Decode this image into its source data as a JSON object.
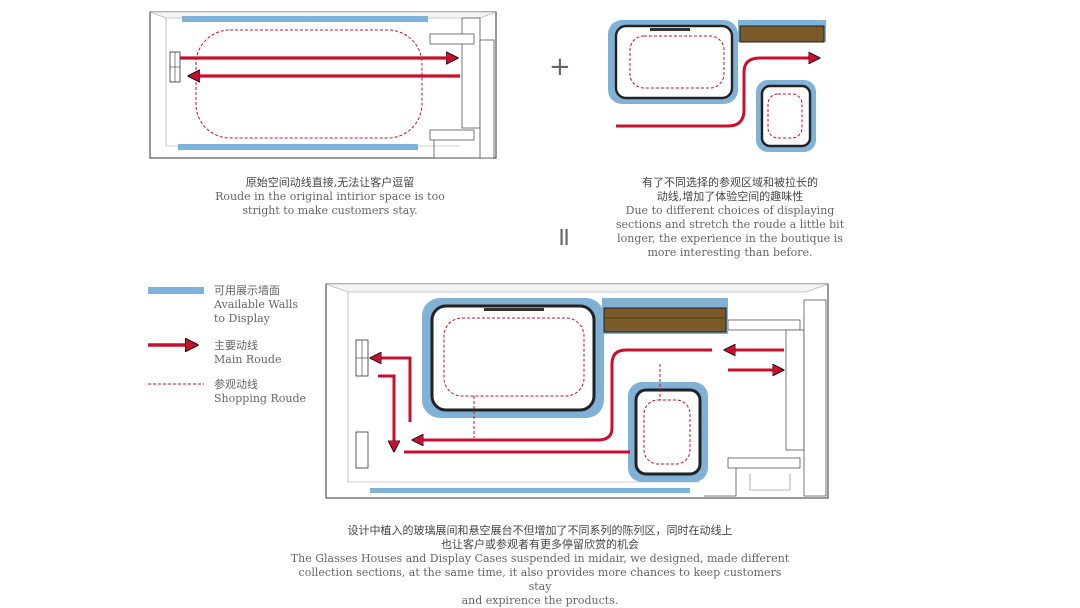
{
  "symbols": {
    "plus": "+",
    "equals": "="
  },
  "captions": {
    "original": {
      "zh": "原始空间动线直接,无法让客户逗留",
      "en": [
        "Roude in the original intirior space is too",
        "stright to make customers stay."
      ]
    },
    "modules": {
      "zh": [
        "有了不同选择的参观区域和被拉长的",
        "动线,增加了体验空间的趣味性"
      ],
      "en": [
        "Due to different choices of displaying",
        "sections and stretch the roude a little bit",
        "longer, the experience in the boutique is",
        "more interesting than before."
      ]
    },
    "final": {
      "zh": [
        "设计中植入的玻璃展间和悬空展台不但增加了不同系列的陈列区，同时在动线上",
        "也让客户或参观者有更多停留欣赏的机会"
      ],
      "en": [
        "The Glasses Houses and Display Cases suspended in midair, we designed,  made different",
        "collection sections, at the same time, it  also provides more chances to keep customers stay",
        "and expirence the products."
      ]
    }
  },
  "legend": [
    {
      "zh": "可用展示墙面",
      "en": [
        "Available Walls",
        "to Display"
      ]
    },
    {
      "zh": "主要动线",
      "en": [
        "Main Roude"
      ]
    },
    {
      "zh": "参观动线",
      "en": [
        "Shopping Roude"
      ]
    }
  ],
  "colors": {
    "wall_blue": "#7fb2d6",
    "route_red": "#c8102e",
    "cabinet_brown": "#7a5a28",
    "line": "#333333"
  }
}
